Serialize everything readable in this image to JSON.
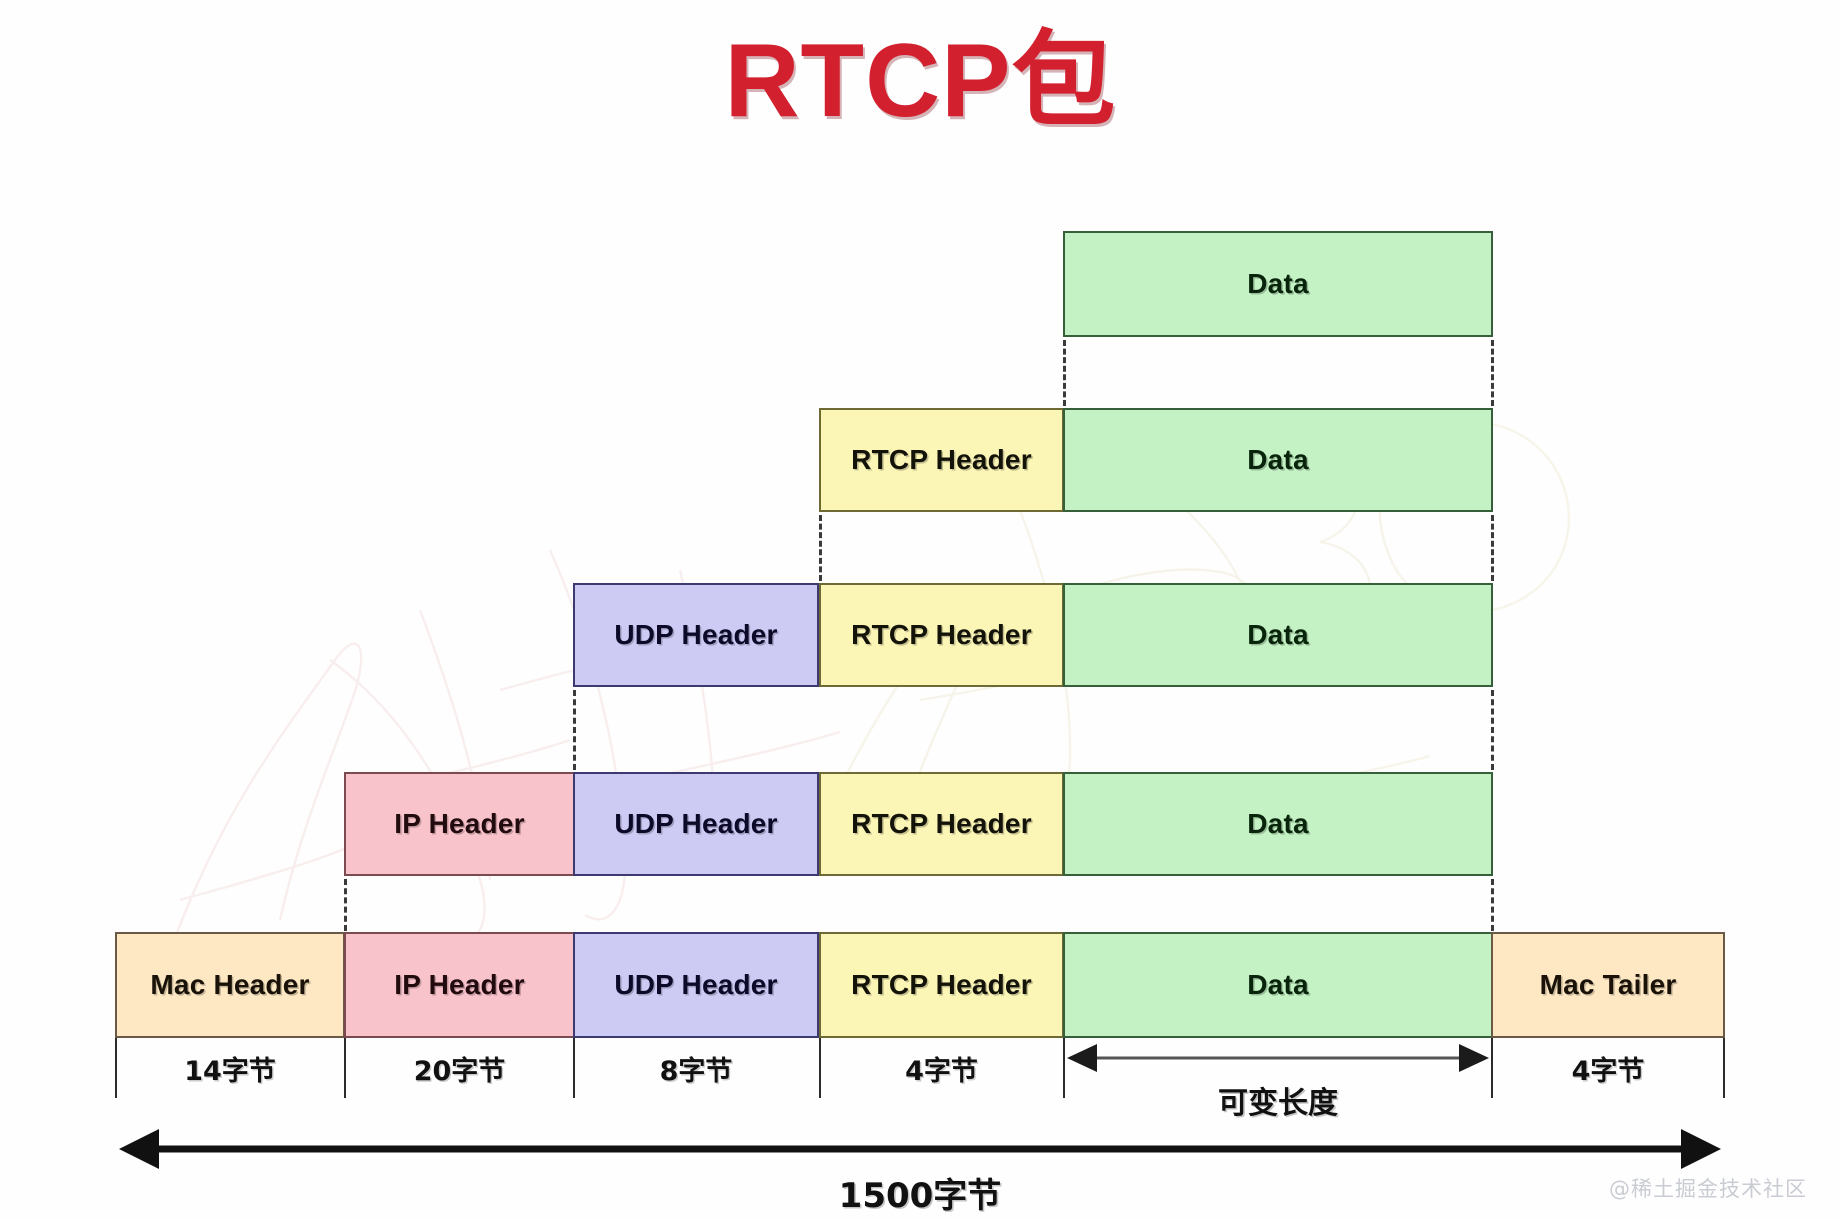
{
  "title": "RTCP包",
  "watermark": "@稀土掘金技术社区",
  "colors": {
    "title": "#d3202f",
    "mac": "#fde8c3",
    "ip": "#f9c3cb",
    "udp": "#cdcbf4",
    "rtcp": "#fbf5b6",
    "data": "#c4f2c4"
  },
  "layers": [
    {
      "name": "application",
      "fields": [
        {
          "label": "Data",
          "kind": "data"
        }
      ]
    },
    {
      "name": "rtcp",
      "fields": [
        {
          "label": "RTCP Header",
          "kind": "rtcp"
        },
        {
          "label": "Data",
          "kind": "data"
        }
      ]
    },
    {
      "name": "udp",
      "fields": [
        {
          "label": "UDP Header",
          "kind": "udp"
        },
        {
          "label": "RTCP Header",
          "kind": "rtcp"
        },
        {
          "label": "Data",
          "kind": "data"
        }
      ]
    },
    {
      "name": "ip",
      "fields": [
        {
          "label": "IP Header",
          "kind": "ip"
        },
        {
          "label": "UDP Header",
          "kind": "udp"
        },
        {
          "label": "RTCP Header",
          "kind": "rtcp"
        },
        {
          "label": "Data",
          "kind": "data"
        }
      ]
    },
    {
      "name": "ethernet",
      "fields": [
        {
          "label": "Mac Header",
          "kind": "mac"
        },
        {
          "label": "IP Header",
          "kind": "ip"
        },
        {
          "label": "UDP Header",
          "kind": "udp"
        },
        {
          "label": "RTCP Header",
          "kind": "rtcp"
        },
        {
          "label": "Data",
          "kind": "data"
        },
        {
          "label": "Mac Tailer",
          "kind": "mac"
        }
      ]
    }
  ],
  "byte_sizes": [
    {
      "for": "Mac Header",
      "label": "14字节"
    },
    {
      "for": "IP Header",
      "label": "20字节"
    },
    {
      "for": "UDP Header",
      "label": "8字节"
    },
    {
      "for": "RTCP Header",
      "label": "4字节"
    },
    {
      "for": "Data",
      "label": "可变长度"
    },
    {
      "for": "Mac Tailer",
      "label": "4字节"
    }
  ],
  "total_size_label": "1500字节",
  "variable_label": "可变长度"
}
